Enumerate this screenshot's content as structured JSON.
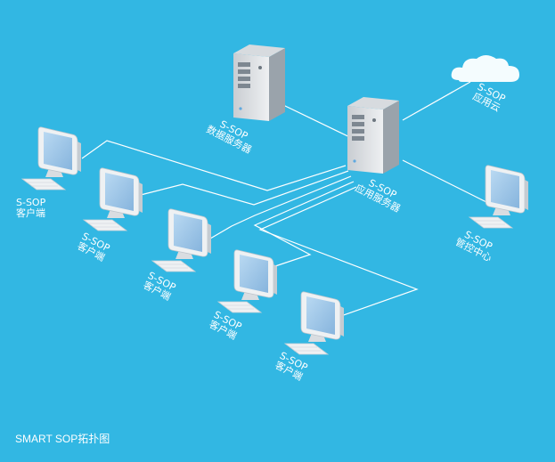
{
  "caption": "SMART SOP拓扑图",
  "colors": {
    "background": "#32b7e3",
    "line": "#ffffff",
    "server_body": "#e4e7ea",
    "monitor_screen": "#9bc4e6"
  },
  "nodes": {
    "cloud": {
      "line1": "S-SOP",
      "line2": "应用云",
      "icon": "cloud-icon"
    },
    "db_server": {
      "line1": "S-SOP",
      "line2": "数据服务器",
      "icon": "server-icon"
    },
    "app_server": {
      "line1": "S-SOP",
      "line2": "应用服务器",
      "icon": "server-icon"
    },
    "mgmt_center": {
      "line1": "S-SOP",
      "line2": "管控中心",
      "icon": "monitor-icon"
    },
    "clients": [
      {
        "line1": "S-SOP",
        "line2": "客户端",
        "icon": "monitor-icon"
      },
      {
        "line1": "S-SOP",
        "line2": "客户端",
        "icon": "monitor-icon"
      },
      {
        "line1": "S-SOP",
        "line2": "客户端",
        "icon": "monitor-icon"
      },
      {
        "line1": "S-SOP",
        "line2": "客户端",
        "icon": "monitor-icon"
      },
      {
        "line1": "S-SOP",
        "line2": "客户端",
        "icon": "monitor-icon"
      }
    ]
  }
}
